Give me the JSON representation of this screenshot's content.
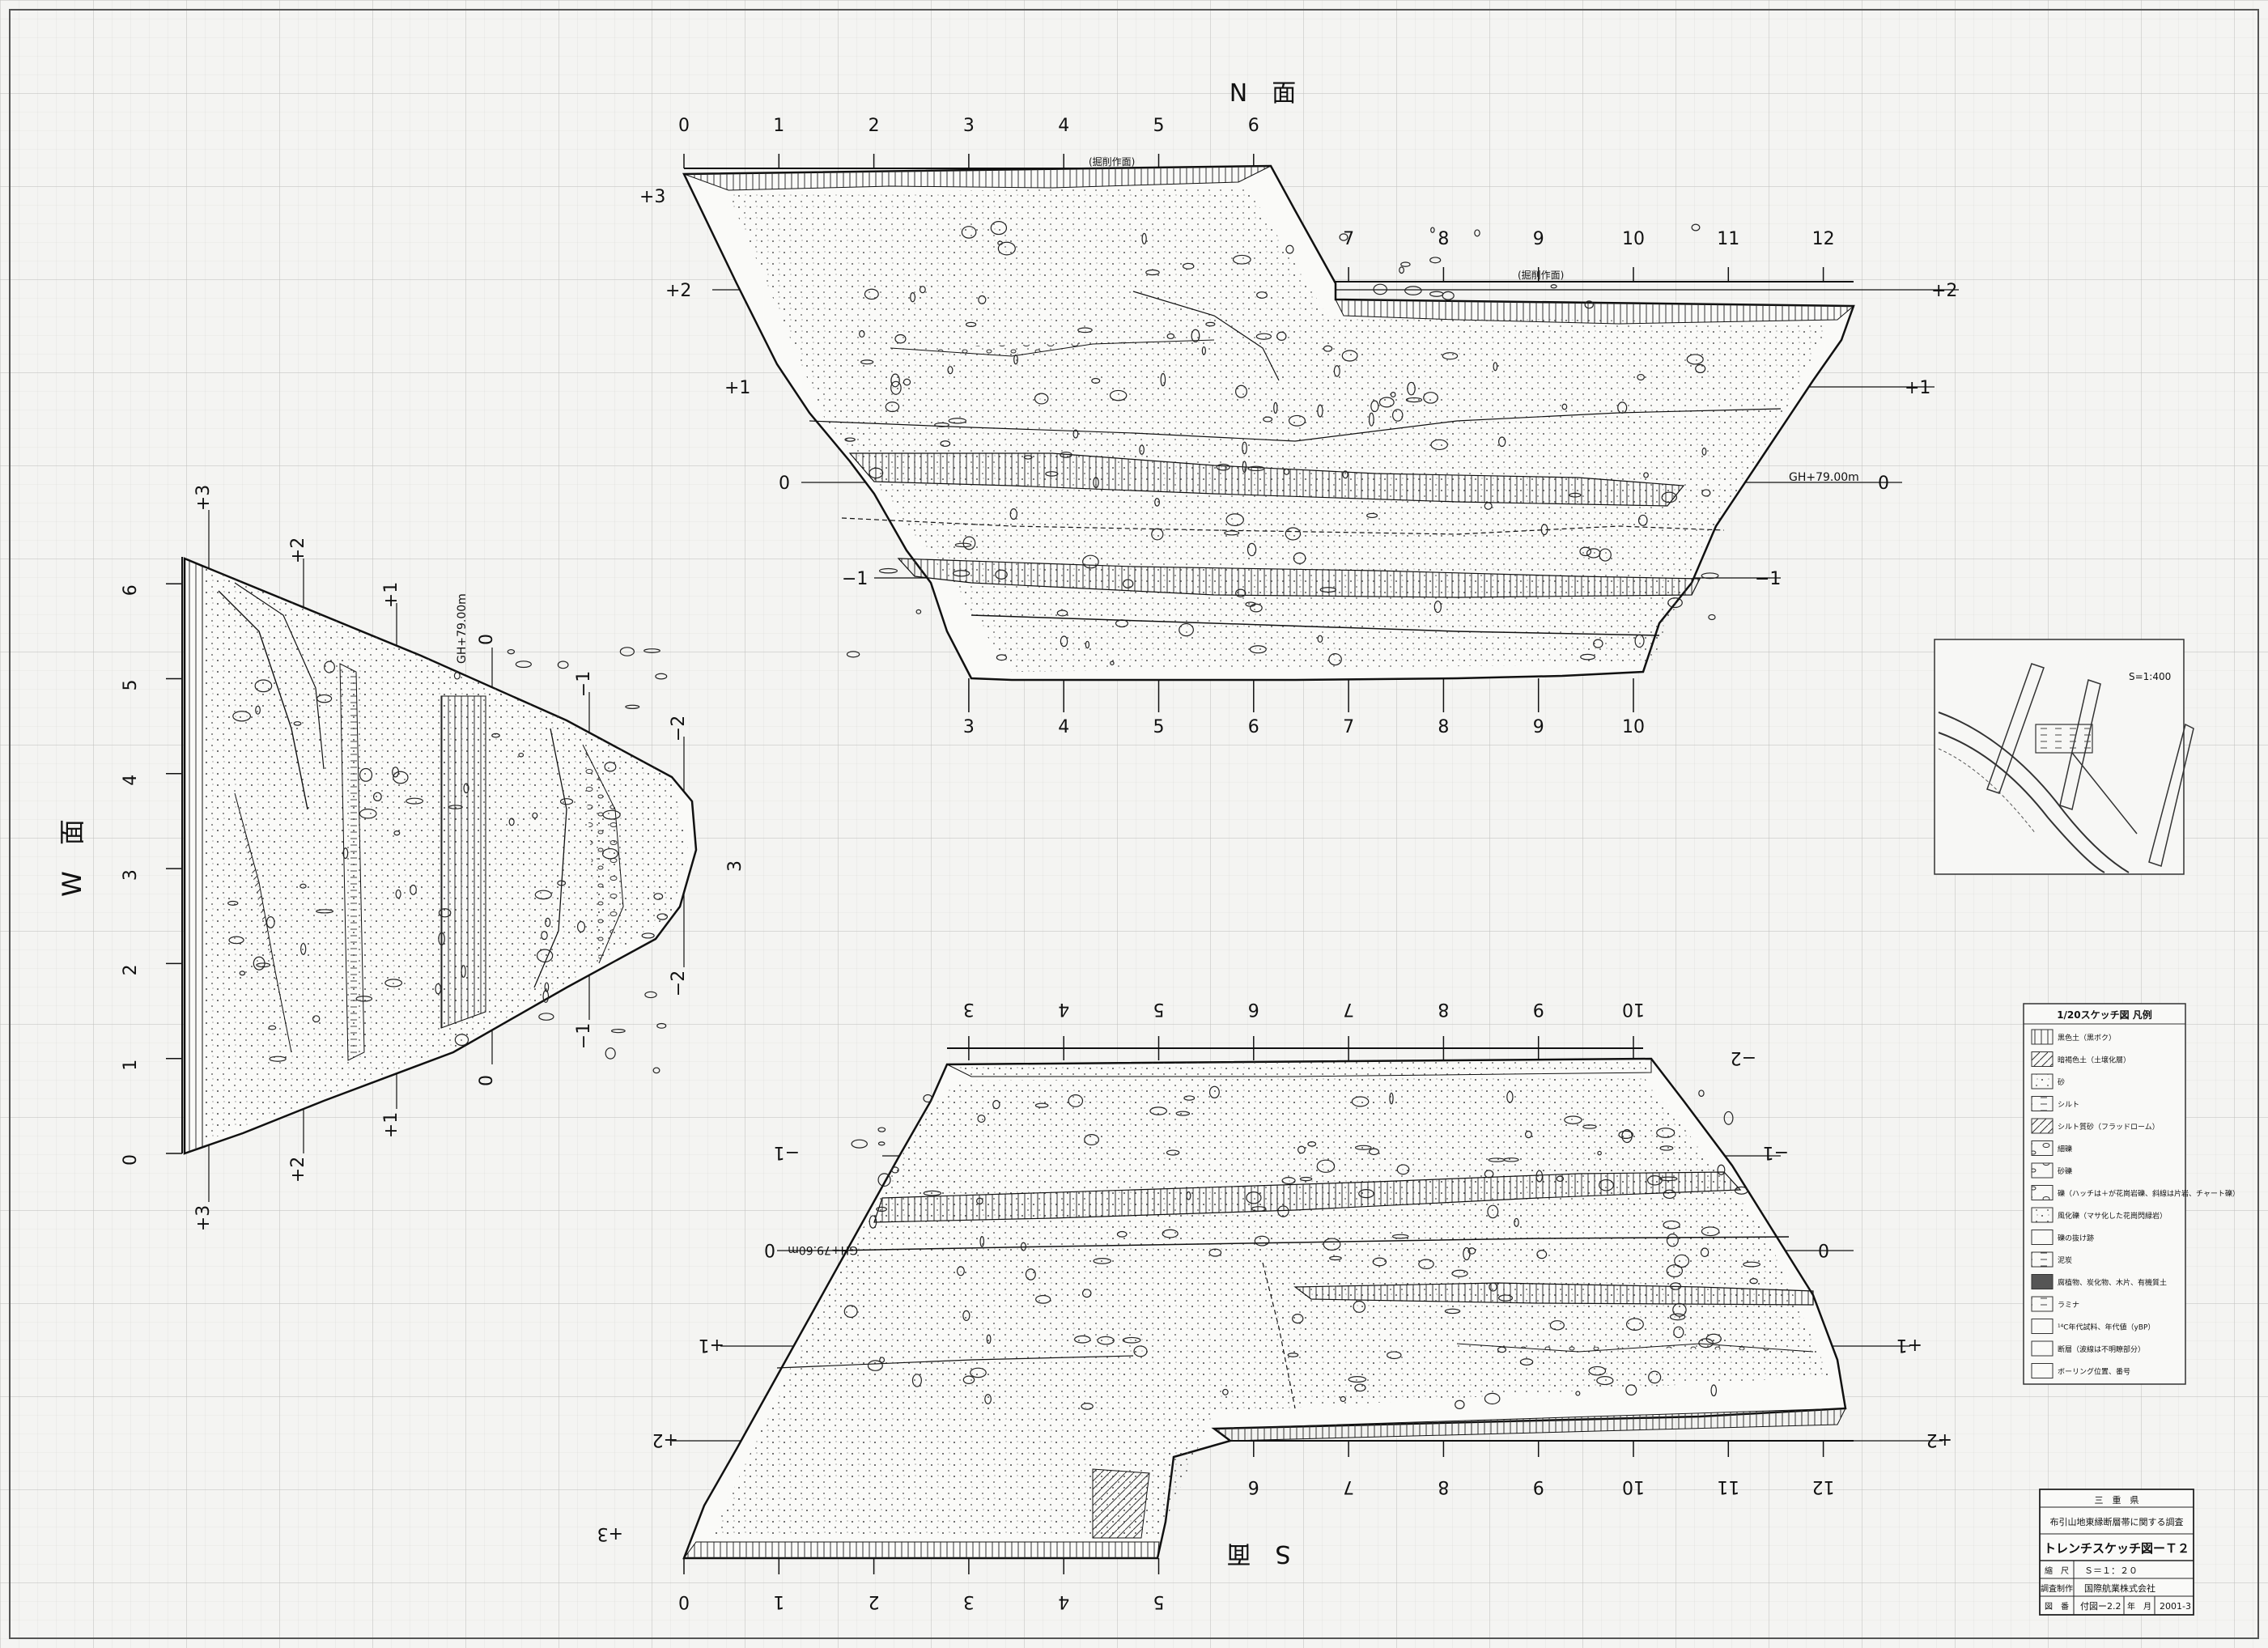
{
  "north": {
    "face_label": "N　面",
    "top_labels": [
      "0",
      "1",
      "2",
      "3",
      "4",
      "5",
      "6",
      "7",
      "8",
      "9",
      "10",
      "11",
      "12"
    ],
    "bottom_labels": [
      "3",
      "4",
      "5",
      "6",
      "7",
      "8",
      "9",
      "10"
    ],
    "elev_left": [
      "+3",
      "+2",
      "+1",
      "0",
      "−1"
    ],
    "elev_right": [
      "+2",
      "+1",
      "0",
      "−1"
    ],
    "gh": "GH+79.00m",
    "cut_labels": [
      "(掘削作面)",
      "(掘削作面)"
    ]
  },
  "west": {
    "face_label": "W　面",
    "left_labels": [
      "0",
      "1",
      "2",
      "3",
      "4",
      "5",
      "6"
    ],
    "right_labels": [
      "3"
    ],
    "top_elev": [
      "+3",
      "+2",
      "+1",
      "0",
      "−1",
      "−2"
    ],
    "bottom_elev": [
      "+3",
      "+2",
      "+1",
      "0",
      "−1",
      "−2"
    ],
    "gh": "GH+79.00m"
  },
  "south": {
    "face_label": "S　面",
    "top_labels": [
      "3",
      "4",
      "5",
      "6",
      "7",
      "8",
      "9",
      "10"
    ],
    "bottom_labels": [
      "0",
      "1",
      "2",
      "3",
      "4",
      "5",
      "6",
      "7",
      "8",
      "9",
      "10",
      "11",
      "12"
    ],
    "elev_left": [
      "−1",
      "0",
      "+1",
      "+2",
      "+3"
    ],
    "elev_right": [
      "−2",
      "−1",
      "0",
      "+1",
      "+2"
    ],
    "gh": "GH+79.60m"
  },
  "location_map": {
    "scale": "S=1:400"
  },
  "legend": {
    "title": "1/20スケッチ図 凡例",
    "items": [
      {
        "label": "黒色土（黒ボク）",
        "pattern": "vlines"
      },
      {
        "label": "暗褐色土（土壌化層）",
        "pattern": "diag"
      },
      {
        "label": "砂",
        "pattern": "dots"
      },
      {
        "label": "シルト",
        "pattern": "dash"
      },
      {
        "label": "シルト質砂（フラッドローム）",
        "pattern": "diag2"
      },
      {
        "label": "細礫",
        "pattern": "pebble"
      },
      {
        "label": "砂礫",
        "pattern": "gravel"
      },
      {
        "label": "礫（ハッチは＋が花崗岩礫、斜線は片岩、チャート礫）",
        "pattern": "cobble"
      },
      {
        "label": "風化礫（マサ化した花崗閃緑岩）",
        "pattern": "weather"
      },
      {
        "label": "礫の抜け跡",
        "pattern": "hole"
      },
      {
        "label": "泥炭",
        "pattern": "peat"
      },
      {
        "label": "腐植物、炭化物、木片、有機質土",
        "pattern": "organic"
      },
      {
        "label": "ラミナ",
        "pattern": "lamina"
      },
      {
        "label": "¹⁴C年代試料、年代値（yBP）",
        "pattern": "sample"
      },
      {
        "label": "断層（波線は不明瞭部分）",
        "pattern": "fault"
      },
      {
        "label": "ボーリング位置、番号",
        "pattern": "boring"
      }
    ]
  },
  "title_block": {
    "org": "三　重　県",
    "project": "布引山地東縁断層帯に関する調査",
    "drawing": "トレンチスケッチ図ーＴ２",
    "scale_label": "縮　尺",
    "scale_value": "Ｓ＝１：２０",
    "maker_label": "調査制作",
    "maker_value": "国際航業株式会社",
    "figno_label": "図　番",
    "figno_value": "付図ー2.2",
    "date_label": "年　月",
    "date_value": "2001-3"
  }
}
